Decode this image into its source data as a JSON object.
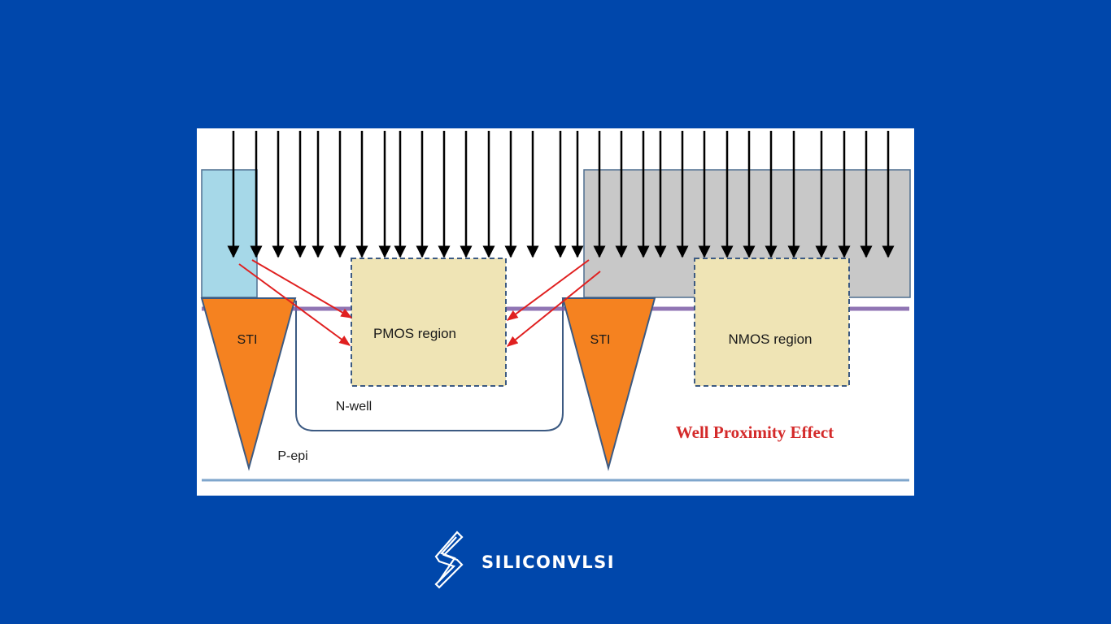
{
  "diagram": {
    "labels": {
      "sti_left": "STI",
      "sti_right": "STI",
      "pmos": "PMOS region",
      "nmos": "NMOS region",
      "nwell": "N-well",
      "pepi": "P-epi",
      "caption": "Well Proximity Effect"
    },
    "colors": {
      "background": "#0047ab",
      "panel": "#ffffff",
      "sti": "#f58220",
      "mask_left": "#a6d8e8",
      "mask_right": "#c8c8c8",
      "device_region": "#efe4b5",
      "surface_line": "#7d5ea8",
      "scatter_arrow": "#e02020",
      "implant_arrow": "#000000",
      "caption": "#d42a2a"
    },
    "implant_arrow_count": 32
  },
  "brand": {
    "name": "SILICONVLSI",
    "logo_icon": "lightning-s-icon"
  }
}
